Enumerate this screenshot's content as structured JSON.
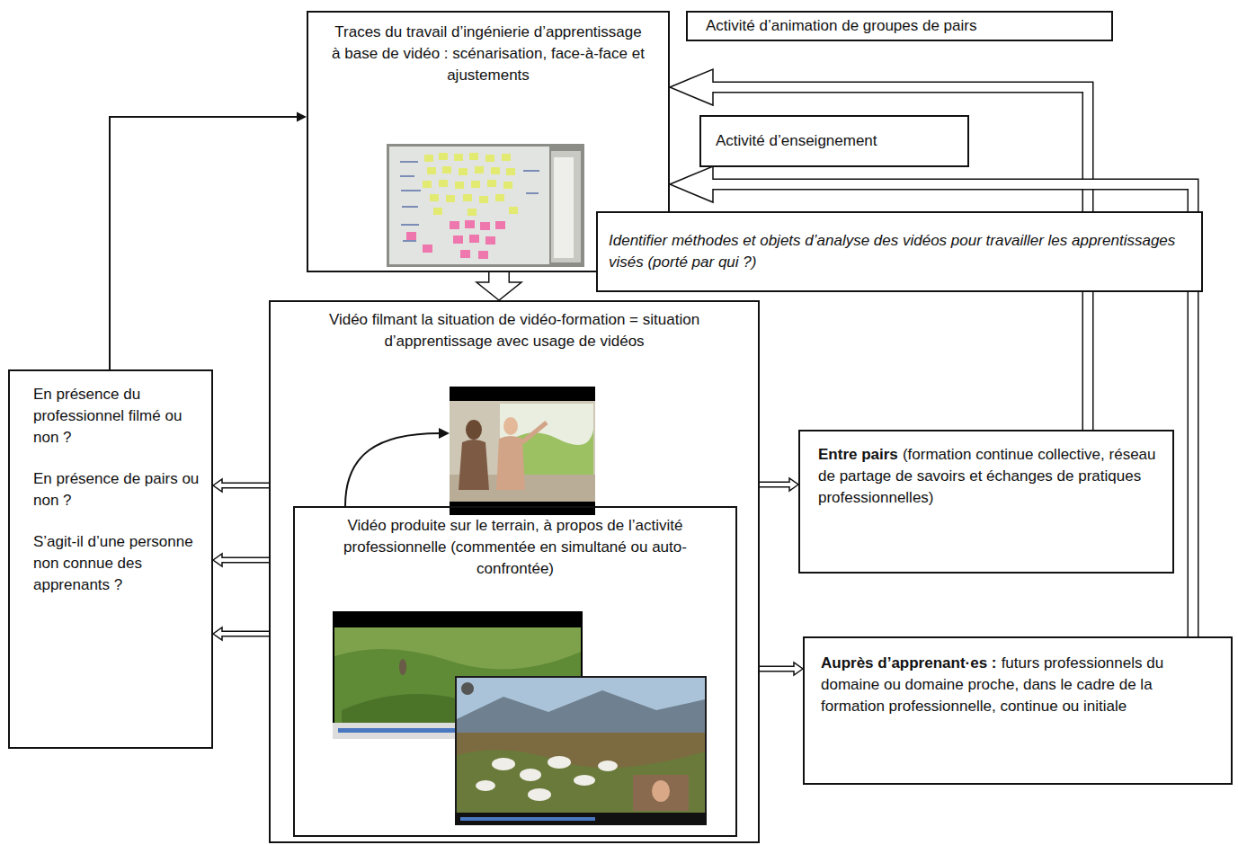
{
  "diagram": {
    "nodes": [
      {
        "text": [
          "Traces du travail d’ingénierie d’apprentissage à base de vidéo : scénarisation, face-à-face et ajustements"
        ]
      },
      {
        "text": [
          "Activité d’animation de groupes de pairs"
        ]
      },
      {
        "text": [
          "Activité d’enseignement"
        ]
      },
      {
        "text": [
          "Identifier méthodes et objets d’analyse des vidéos pour travailler les apprentissages visés (porté par qui ?)"
        ]
      },
      {
        "text": [
          "En présence du professionnel filmé ou non ?",
          "En présence de pairs ou non ?",
          "S’agit-il d’une personne non connue des apprenants ?"
        ]
      },
      {
        "text": [
          "Vidéo filmant la situation de vidéo-formation = situation d’apprentissage avec usage de vidéos"
        ]
      },
      {
        "text": [
          "Vidéo produite sur le terrain, à propos de l’activité professionnelle (commentée en simultané ou auto-confrontée)"
        ],
        "in": 5
      },
      {
        "text": [
          "Entre pairs",
          "(formation continue collective, réseau de partage de savoirs et échanges de pratiques professionnelles)"
        ]
      },
      {
        "text": [
          "Auprès d’apprenant·es :",
          "futurs professionnels du domaine ou domaine proche, dans le cadre de la formation professionnelle, continue ou initiale"
        ]
      }
    ],
    "edges": [
      {
        "from": 4,
        "to": 0,
        "arrow": "to"
      },
      {
        "from": 0,
        "to": 5,
        "arrow": "to"
      },
      {
        "from": 5,
        "to": 4,
        "arrow": "to"
      },
      {
        "from": 5,
        "to": 4,
        "arrow": "to"
      },
      {
        "from": 5,
        "to": 4,
        "arrow": "to"
      },
      {
        "from": 5,
        "to": 7,
        "arrow": "to"
      },
      {
        "from": 5,
        "to": 8,
        "arrow": "to"
      },
      {
        "from": 7,
        "to": 0,
        "arrow": "to"
      },
      {
        "from": 8,
        "to": 0,
        "arrow": "to"
      }
    ]
  }
}
